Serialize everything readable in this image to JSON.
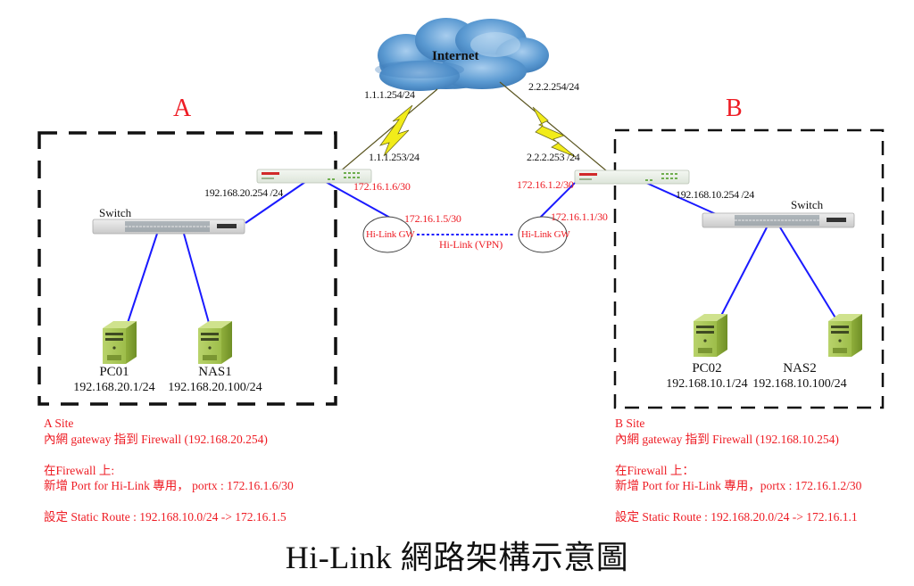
{
  "title": "Hi-Link 網路架構示意圖",
  "colors": {
    "annotation": "#ee1c24",
    "link": "#1a1aff",
    "cloud": "#4d8fc9",
    "lightning": "#f2ec1a",
    "server": "#8fb33c",
    "border": "#111111"
  },
  "internet": {
    "label": "Internet",
    "left_ip": "1.1.1.254/24",
    "right_ip": "2.2.2.254/24"
  },
  "site_a": {
    "letter": "A",
    "wan_ip": "1.1.1.253/24",
    "lan_ip": "192.168.20.254 /24",
    "hilink_port_ip": "172.16.1.6/30",
    "gw_ip": "172.16.1.5/30",
    "gw_label": "Hi-Link GW",
    "switch_label": "Switch",
    "devices": [
      {
        "name": "PC01",
        "ip": "192.168.20.1/24",
        "icon": "server-icon"
      },
      {
        "name": "NAS1",
        "ip": "192.168.20.100/24",
        "icon": "server-icon"
      }
    ],
    "notes": [
      "A Site",
      "內網 gateway 指到 Firewall (192.168.20.254)",
      "",
      "在Firewall 上:",
      "新增 Port for Hi-Link 專用， portx : 172.16.1.6/30",
      "",
      "設定 Static Route : 192.168.10.0/24 -> 172.16.1.5"
    ]
  },
  "site_b": {
    "letter": "B",
    "wan_ip": "2.2.2.253 /24",
    "lan_ip": "192.168.10.254 /24",
    "hilink_port_ip": "172.16.1.2/30",
    "gw_ip": "172.16.1.1/30",
    "gw_label": "Hi-Link GW",
    "switch_label": "Switch",
    "devices": [
      {
        "name": "PC02",
        "ip": "192.168.10.1/24",
        "icon": "server-icon"
      },
      {
        "name": "NAS2",
        "ip": "192.168.10.100/24",
        "icon": "server-icon"
      }
    ],
    "notes": [
      "B Site",
      "內網 gateway 指到 Firewall (192.168.10.254)",
      "",
      "在Firewall 上：",
      "新增 Port for Hi-Link 專用，portx : 172.16.1.2/30",
      "",
      "設定 Static Route : 192.168.20.0/24 -> 172.16.1.1"
    ]
  },
  "vpn": {
    "label": "Hi-Link (VPN)"
  }
}
